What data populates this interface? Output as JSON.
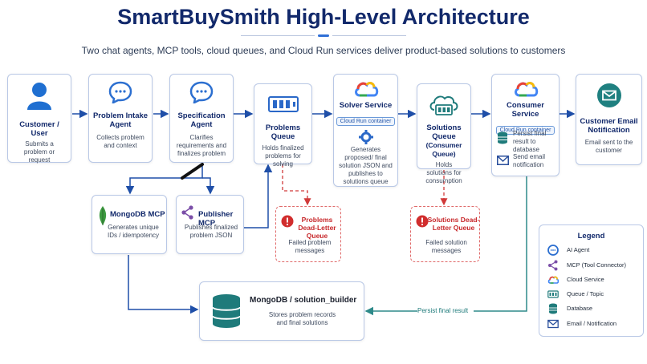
{
  "header": {
    "title": "SmartBuySmith High-Level Architecture",
    "subtitle": "Two chat agents, MCP tools, cloud queues, and Cloud Run services deliver product-based solutions to customers"
  },
  "nodes": {
    "customer": {
      "title": "Customer / User",
      "desc": "Submits a problem or request"
    },
    "intake": {
      "title": "Problem Intake Agent",
      "desc": "Collects problem and context"
    },
    "spec": {
      "title": "Specification Agent",
      "desc": "Clarifies requirements and finalizes problem"
    },
    "problems_queue": {
      "title": "Problems Queue",
      "desc": "Holds finalized problems for solving"
    },
    "solver": {
      "title": "Solver Service",
      "tag": "Cloud Run container",
      "desc": "Generates proposed/ final solution JSON and publishes to solutions queue"
    },
    "solutions_queue": {
      "title": "Solutions Queue",
      "subtitle": "(Consumer Queue)",
      "desc": "Holds solutions for consumption"
    },
    "consumer": {
      "title": "Consumer Service",
      "tag": "Cloud Run container",
      "item1": "Persist final result to database",
      "item2": "Send email notification"
    },
    "email": {
      "title": "Customer Email Notification",
      "desc": "Email sent to the customer"
    },
    "mongo_mcp": {
      "title": "MongoDB MCP",
      "desc": "Generates unique IDs / idempotency"
    },
    "publisher_mcp": {
      "title": "Publisher MCP",
      "desc": "Publishes finalized problem JSON"
    },
    "problems_dlq": {
      "title": "Problems Dead-Letter Queue",
      "desc": "Failed problem messages"
    },
    "solutions_dlq": {
      "title": "Solutions Dead-Letter Queue",
      "desc": "Failed solution messages"
    },
    "mongodb": {
      "title": "MongoDB / solution_builder",
      "desc": "Stores problem records and final solutions"
    }
  },
  "edges": {
    "persist_label": "Persist final result"
  },
  "legend": {
    "title": "Legend",
    "items": [
      {
        "icon": "ai-agent-icon",
        "label": "AI Agent"
      },
      {
        "icon": "share-icon",
        "label": "MCP (Tool Connector)"
      },
      {
        "icon": "cloud-icon",
        "label": "Cloud Service"
      },
      {
        "icon": "queue-icon",
        "label": "Queue / Topic"
      },
      {
        "icon": "database-icon",
        "label": "Database"
      },
      {
        "icon": "mail-icon",
        "label": "Email / Notification"
      }
    ]
  },
  "colors": {
    "navy": "#12296b",
    "blue": "#2f6fd6",
    "teal": "#1f7b7b",
    "red": "#c7282b",
    "green": "#3d8a3a",
    "purple": "#7b4fa8"
  }
}
